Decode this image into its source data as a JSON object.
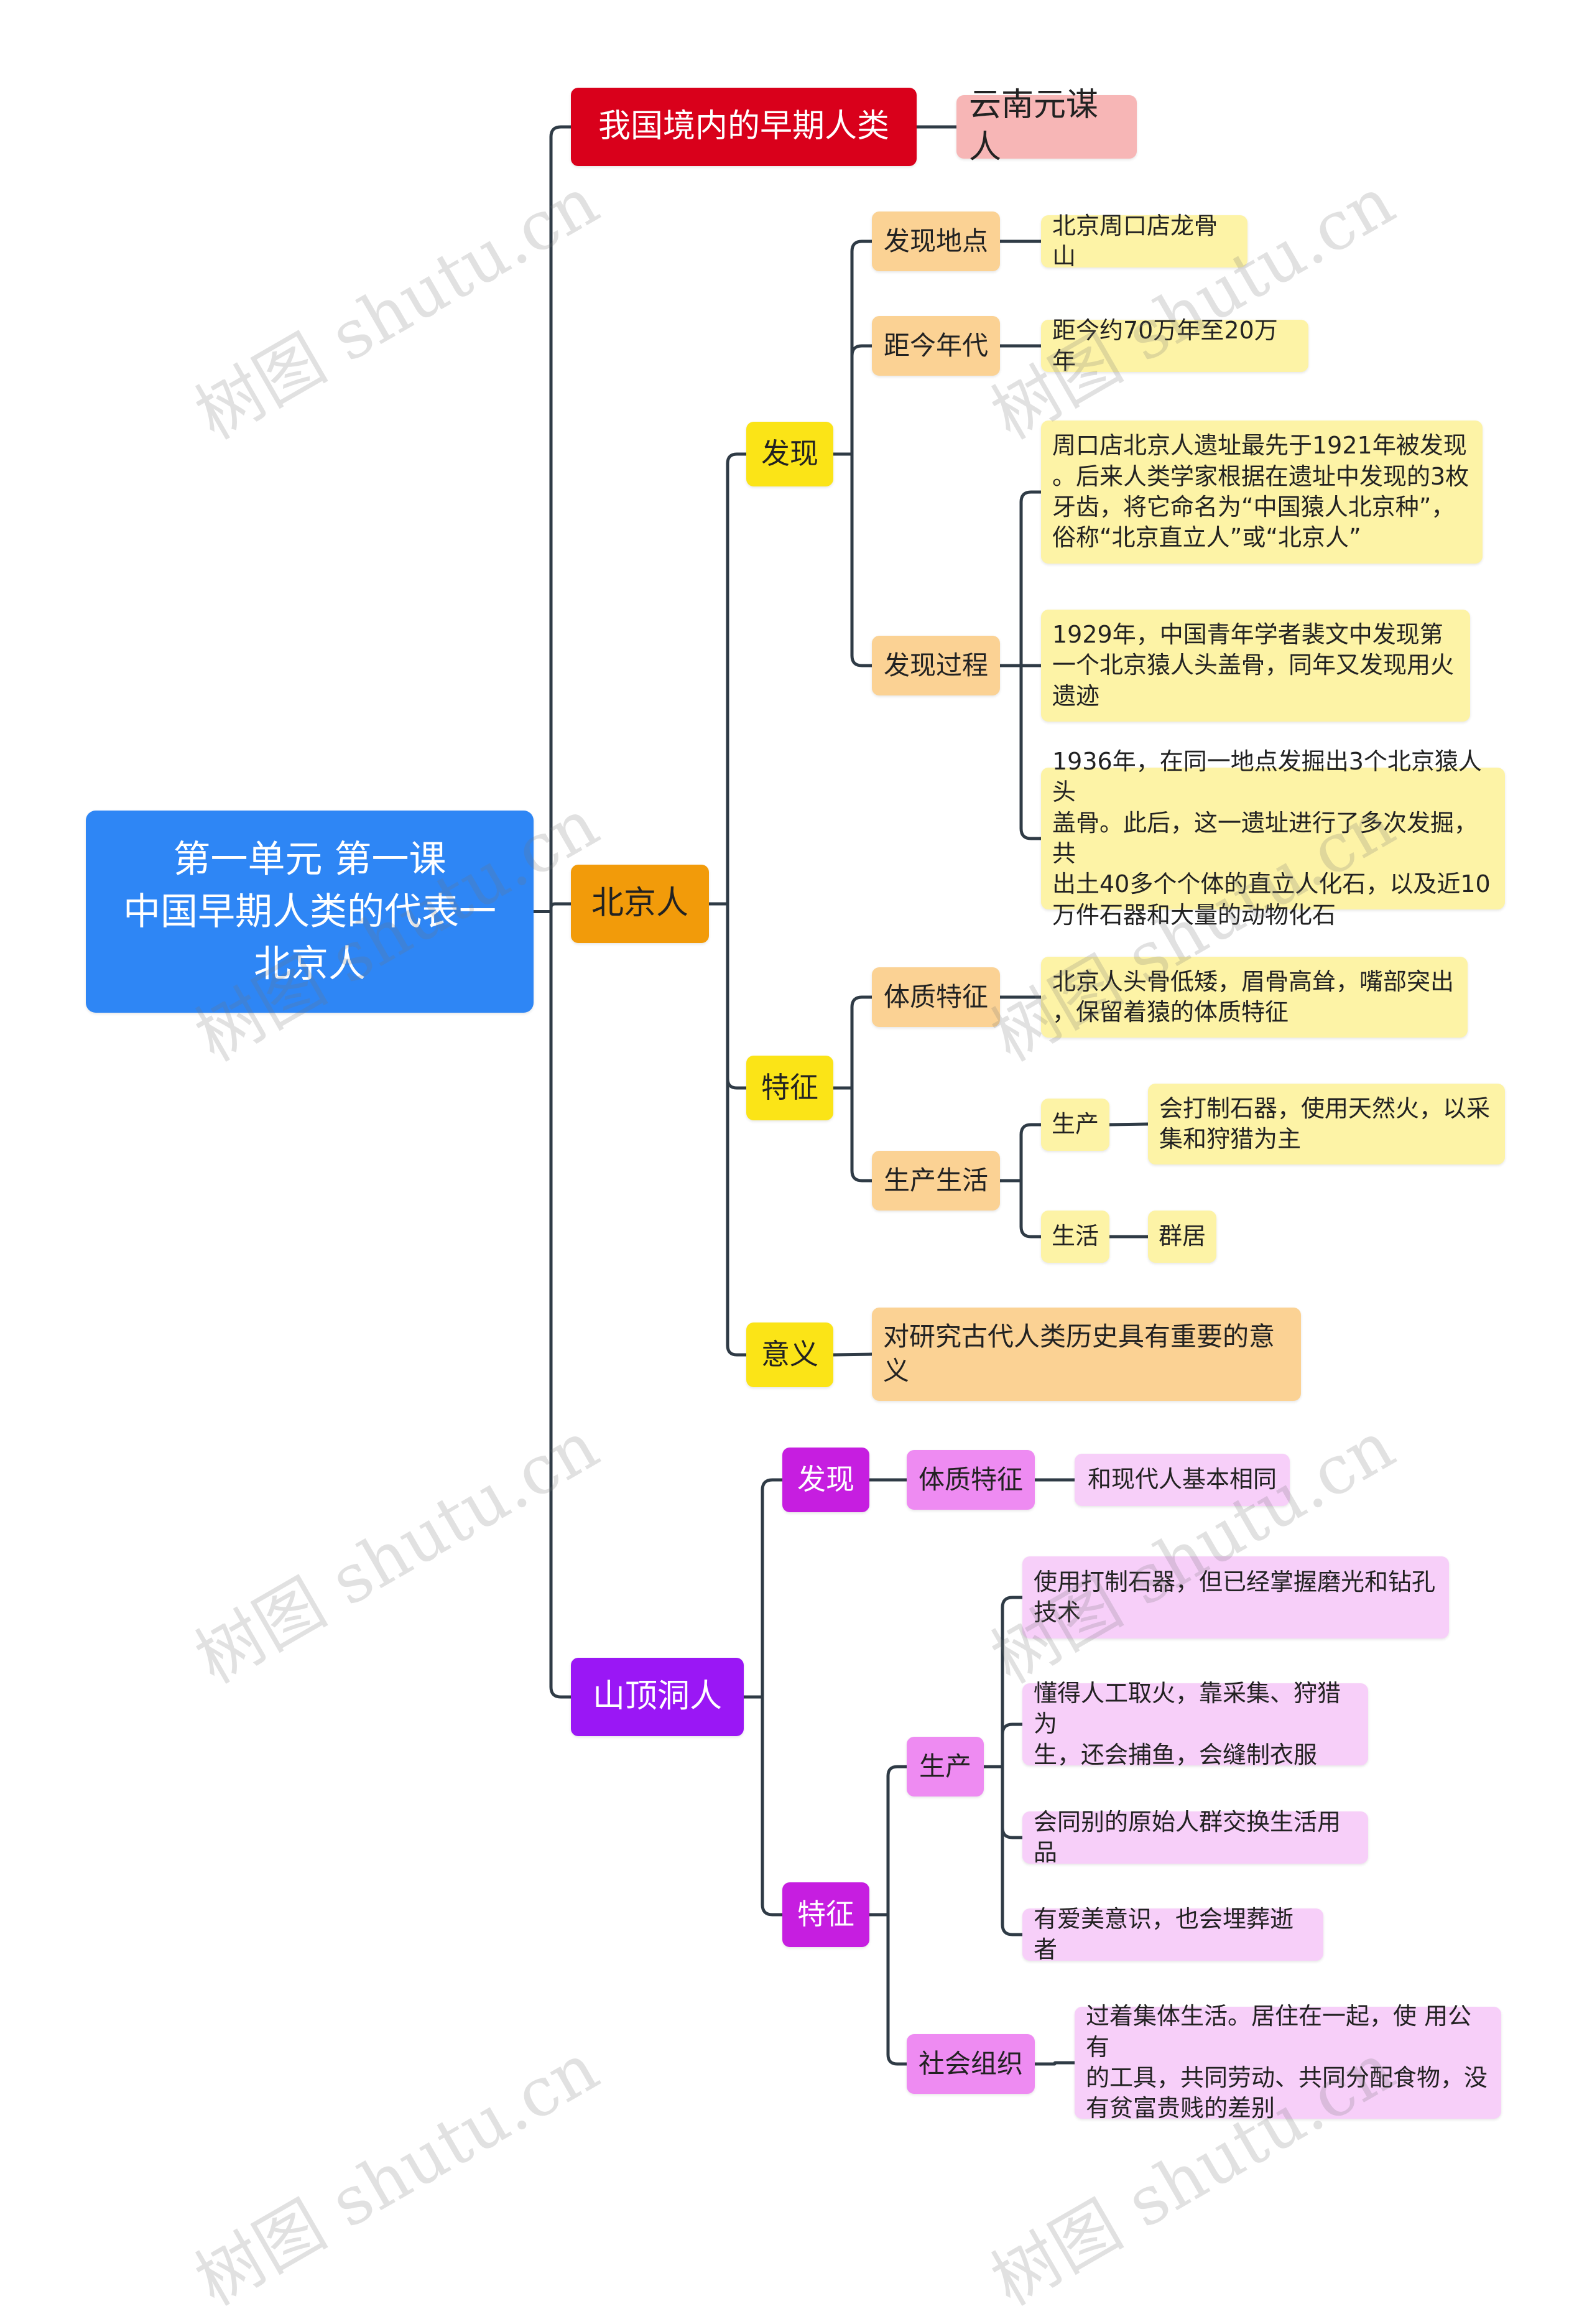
{
  "colors": {
    "root": "#2e86f5",
    "red": "#d9001b",
    "pink_light": "#f7b6b6",
    "orange": "#f29b0a",
    "yellow": "#fbe417",
    "peach": "#fbd294",
    "light_yellow": "#fdf3a6",
    "purple": "#9a17f5",
    "magenta": "#c61ee0",
    "pink": "#ee8bf2",
    "light_pink": "#f7cff9",
    "line": "#2f3b46"
  },
  "mindmap": {
    "root": "第一单元  第一课\n中国早期人类的代表一\n北京人",
    "early_humans": {
      "label": "我国境内的早期人类",
      "child": "云南元谋人"
    },
    "beijing_man": {
      "label": "北京人",
      "discovery": {
        "label": "发现",
        "location": {
          "label": "发现地点",
          "value": "北京周口店龙骨山"
        },
        "age": {
          "label": "距今年代",
          "value": "距今约70万年至20万年"
        },
        "process": {
          "label": "发现过程",
          "items": [
            "周口店北京人遗址最先于1921年被发现\n。后来人类学家根据在遗址中发现的3枚\n牙齿，将它命名为“中国猿人北京种”，\n俗称“北京直立人”或“北京人”",
            " 1929年，中国青年学者裴文中发现第\n一个北京猿人头盖骨，同年又发现用火\n遗迹",
            "1936年，在同一地点发掘出3个北京猿人头\n盖骨。此后，这一遗址进行了多次发掘，共\n出土40多个个体的直立人化石，以及近10\n万件石器和大量的动物化石"
          ]
        }
      },
      "features": {
        "label": "特征",
        "physical": {
          "label": "体质特征",
          "value": "北京人头骨低矮，眉骨高耸，嘴部突出\n，保留着猿的体质特征"
        },
        "life": {
          "label": "生产生活",
          "production": {
            "label": "生产",
            "value": "会打制石器，使用天然火，以采\n集和狩猎为主"
          },
          "living": {
            "label": "生活",
            "value": "群居"
          }
        }
      },
      "significance": {
        "label": "意义",
        "value": "对研究古代人类历史具有重要的意\n义"
      }
    },
    "upper_cave": {
      "label": "山顶洞人",
      "discovery": {
        "label": "发现",
        "physical": {
          "label": "体质特征",
          "value": "和现代人基本相同"
        }
      },
      "features": {
        "label": "特征",
        "production": {
          "label": "生产",
          "items": [
            "使用打制石器，但已经掌握磨光和钻孔\n技术",
            "懂得人工取火，靠采集、狩猎为\n生，还会捕鱼，会缝制衣服",
            "会同别的原始人群交换生活用品",
            "有爱美意识，也会埋葬逝者"
          ]
        },
        "social": {
          "label": "社会组织",
          "value": "过着集体生活。居住在一起，使 用公有\n的工具，共同劳动、共同分配食物，没\n有贫富贵贱的差别"
        }
      }
    }
  },
  "watermark": "树图 shutu.cn"
}
